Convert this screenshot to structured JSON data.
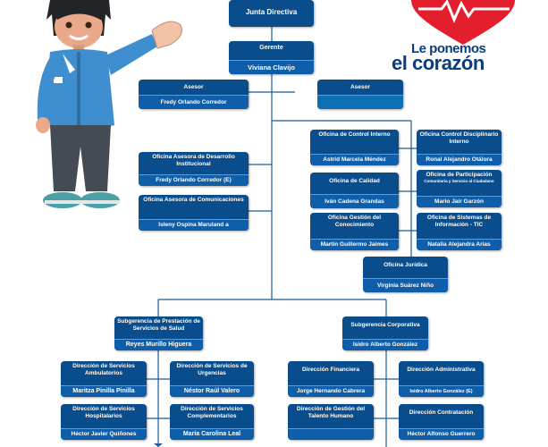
{
  "org": {
    "junta": {
      "title": "Junta Directiva"
    },
    "gerente": {
      "title": "Gerente",
      "name": "Viviana Clavijo"
    },
    "asesor_left": {
      "title": "Asesor",
      "name": "Fredy Orlando Corredor"
    },
    "asesor_right": {
      "title": "Asesor",
      "name": ""
    },
    "desarrollo": {
      "title": "Oficina Asesora de Desarrollo Institucional",
      "name": "Fredy Orlando Corredor (E)"
    },
    "comunicaciones": {
      "title": "Oficina Asesora de Comunicaciones",
      "name": "Isleny Ospina Maruland a"
    },
    "control_interno": {
      "title": "Oficina de Control Interno",
      "name": "Astrid Marcela Méndez"
    },
    "control_disciplinario": {
      "title": "Oficina Control Disciplinario Interno",
      "name": "Ronal Alejandro Otálora"
    },
    "calidad": {
      "title": "Oficina de Calidad",
      "name": "Iván Cadena Grandas"
    },
    "participacion": {
      "title": "Oficina de Participación",
      "subtitle": "Comunitaria y Servicio al Ciudadano",
      "name": "Mario Jair Garzón"
    },
    "conocimiento": {
      "title": "Oficina Gestión del Conocimiento",
      "name": "Martin Guillermo Jaimes"
    },
    "tic": {
      "title": "Oficina de Sistemas de Información - TIC",
      "name": "Natalia Alejandra Arias"
    },
    "juridica": {
      "title": "Oficina Jurídica",
      "name": "Virginia Suárez Niño"
    },
    "sub_salud": {
      "title": "Subgerencia de Prestación de Servicios de Salud",
      "name": "Reyes Murillo Higuera"
    },
    "sub_corp": {
      "title": "Subgerencia Corporativa",
      "name": "Isidro Alberto González"
    },
    "ambulatorios": {
      "title": "Dirección de Servicios Ambulatorios",
      "name": "Maritza Pinilla Pinilla"
    },
    "urgencias": {
      "title": "Dirección de Servicios de Urgencias",
      "name": "Néstor Raúl Valero"
    },
    "hospitalarios": {
      "title": "Dirección de Servicios Hospitalarios",
      "name": "Héctor Javier Quiñones"
    },
    "complementarios": {
      "title": "Dirección de Servicios Complementarios",
      "name": "María Carolina Leal"
    },
    "financiera": {
      "title": "Dirección Financiera",
      "name": "Jorge Hernando Cabrera"
    },
    "administrativa": {
      "title": "Dirección Administrativa",
      "name": "Isidro Alberto González (E)"
    },
    "talento": {
      "title": "Dirección de Gestión del Talento Humano",
      "name": ""
    },
    "contratacion": {
      "title": "Dirección Contratación",
      "name": "Héctor Alfonso Guerrero"
    }
  },
  "logo": {
    "line1": "Le ponemos",
    "line2": "el corazón"
  },
  "colors": {
    "box": "#0a4d8c",
    "name_bar": "#0f5ea9",
    "accent": "#e31e2d",
    "line": "#1a5c9c",
    "mascot_jacket": "#3f8fd0"
  }
}
